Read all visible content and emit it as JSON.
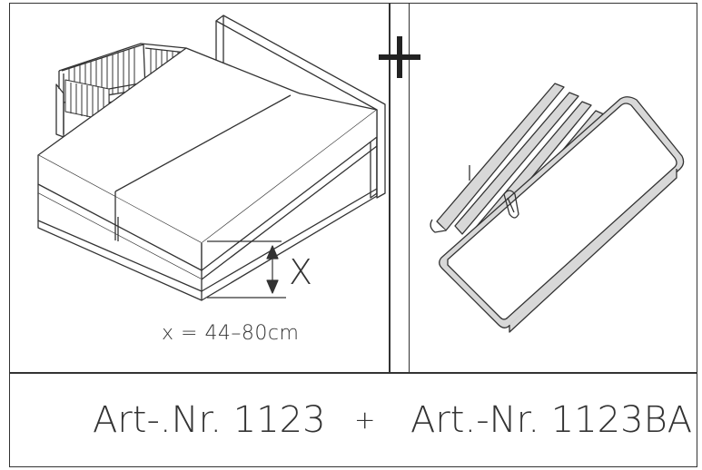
{
  "dimension": {
    "symbol": "X",
    "range_text": "x = 44–80cm"
  },
  "caption": {
    "left": "Art-.Nr. 1123",
    "plus": "+",
    "right": "Art.-Nr. 1123BA"
  },
  "icons": {
    "combine": "plus-icon"
  },
  "colors": {
    "line": "#333333",
    "fill": "#ffffff",
    "strap_fill": "#d8d8d8"
  }
}
